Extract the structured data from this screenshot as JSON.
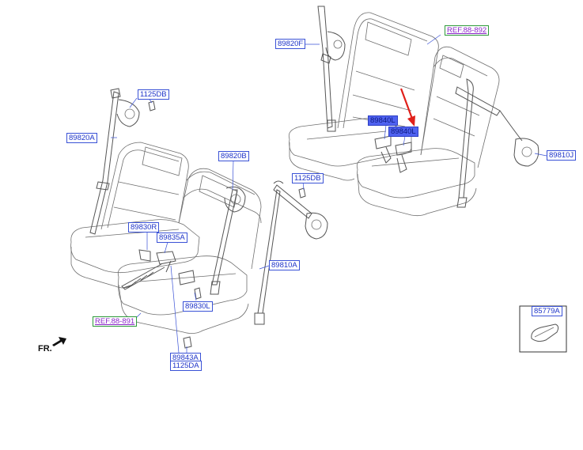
{
  "labels": {
    "p89820f": "89820F",
    "ref88892": "REF.88-892",
    "p1125db_a": "1125DB",
    "p89820a": "89820A",
    "p89840l_a": "89840L",
    "p89840l_b": "89840L",
    "p89810j": "89810J",
    "p89820b": "89820B",
    "p1125db_b": "1125DB",
    "p89830r": "89830R",
    "p89835a": "89835A",
    "p89810a": "89810A",
    "p89830l": "89830L",
    "ref88891": "REF.88-891",
    "p89843a": "89843A",
    "p1125da": "1125DA",
    "p85779a": "85779A",
    "front": "FR."
  },
  "colors": {
    "label_text": "#1d33c8",
    "label_border": "#3a52d6",
    "highlight_fill": "#4f62f0",
    "ref_text": "#8a25c9",
    "ref_border": "#2e9a3a",
    "arrow": "#e0201a"
  }
}
